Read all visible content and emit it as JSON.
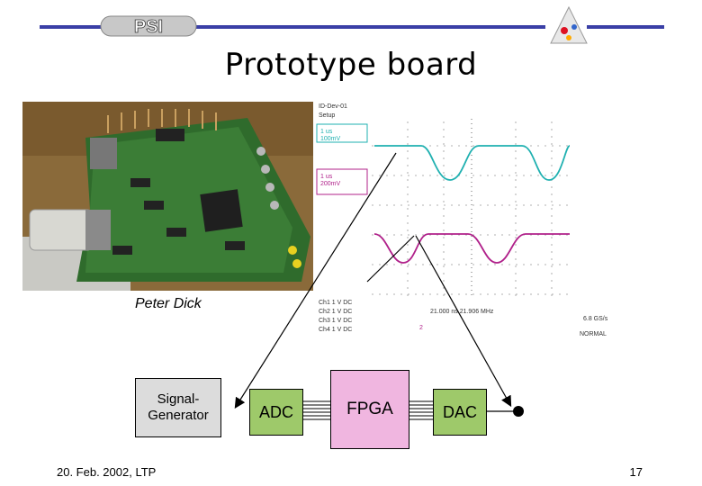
{
  "header": {
    "logo_text": "PSI"
  },
  "slide": {
    "title": "Prototype board",
    "photo_caption": "Peter Dick"
  },
  "blocks": {
    "signal_generator": "Signal-\nGenerator",
    "adc": "ADC",
    "fpga": "FPGA",
    "dac": "DAC"
  },
  "footer": {
    "date": "20. Feb. 2002, LTP",
    "page": "17"
  },
  "colors": {
    "header_line": "#3a3fa6",
    "adc_dac": "#9ec96a",
    "fpga": "#f0b6e0",
    "signal_generator": "#dcdcdc",
    "trace_cyan": "#1fb0b0",
    "trace_magenta": "#b0208a"
  }
}
